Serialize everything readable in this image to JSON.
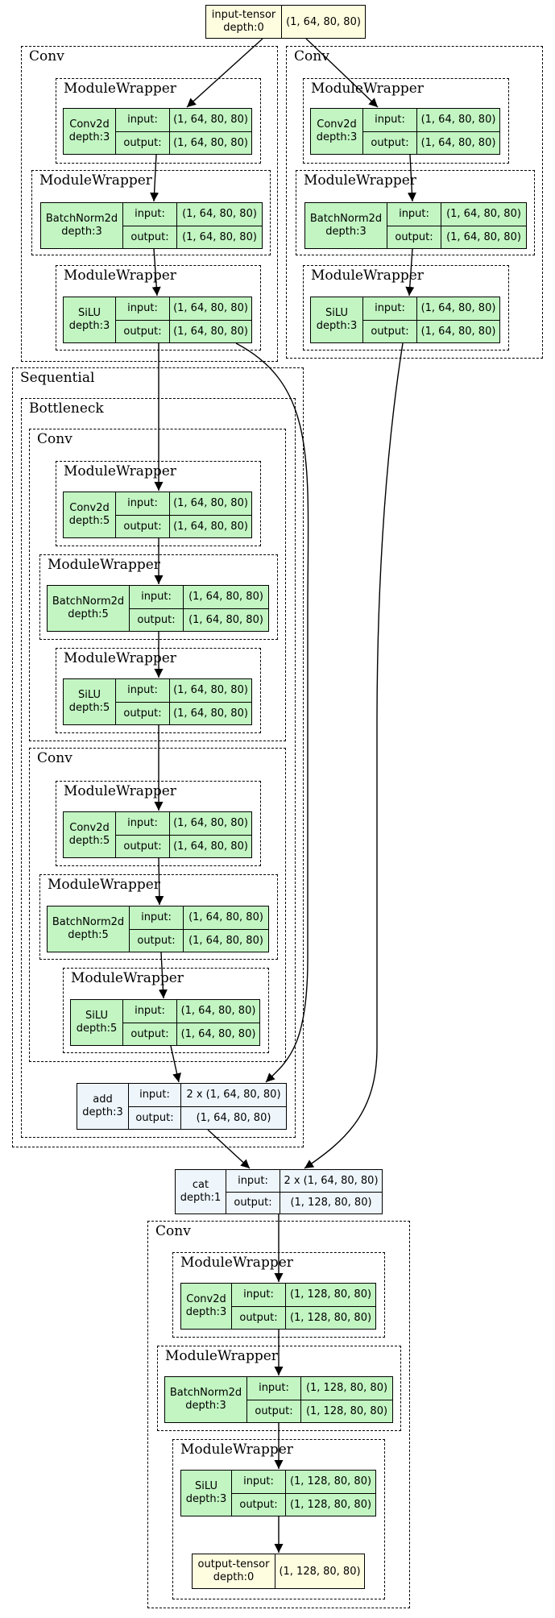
{
  "labels": {
    "input": "input:",
    "output": "output:"
  },
  "colors": {
    "module": "#c2f5c2",
    "function": "#eef6fc",
    "tensor": "#fffde0",
    "border": "#000000"
  },
  "clusters": [
    {
      "id": "conv_a",
      "label": "Conv"
    },
    {
      "id": "mw_a1",
      "label": "ModuleWrapper"
    },
    {
      "id": "mw_a2",
      "label": "ModuleWrapper"
    },
    {
      "id": "mw_a3",
      "label": "ModuleWrapper"
    },
    {
      "id": "conv_b",
      "label": "Conv"
    },
    {
      "id": "mw_b1",
      "label": "ModuleWrapper"
    },
    {
      "id": "mw_b2",
      "label": "ModuleWrapper"
    },
    {
      "id": "mw_b3",
      "label": "ModuleWrapper"
    },
    {
      "id": "seq",
      "label": "Sequential"
    },
    {
      "id": "bneck",
      "label": "Bottleneck"
    },
    {
      "id": "conv_c",
      "label": "Conv"
    },
    {
      "id": "mw_c1",
      "label": "ModuleWrapper"
    },
    {
      "id": "mw_c2",
      "label": "ModuleWrapper"
    },
    {
      "id": "mw_c3",
      "label": "ModuleWrapper"
    },
    {
      "id": "conv_d",
      "label": "Conv"
    },
    {
      "id": "mw_d1",
      "label": "ModuleWrapper"
    },
    {
      "id": "mw_d2",
      "label": "ModuleWrapper"
    },
    {
      "id": "mw_d3",
      "label": "ModuleWrapper"
    },
    {
      "id": "conv_e",
      "label": "Conv"
    },
    {
      "id": "mw_e1",
      "label": "ModuleWrapper"
    },
    {
      "id": "mw_e2",
      "label": "ModuleWrapper"
    },
    {
      "id": "mw_e3",
      "label": "ModuleWrapper"
    }
  ],
  "nodes": [
    {
      "id": "input_tensor",
      "kind": "tensor",
      "name": "input-tensor",
      "depth": "depth:0",
      "value": "(1, 64, 80, 80)"
    },
    {
      "id": "a_conv2d",
      "kind": "module",
      "name": "Conv2d",
      "depth": "depth:3",
      "input": "(1, 64, 80, 80)",
      "output": "(1, 64, 80, 80)"
    },
    {
      "id": "a_bn",
      "kind": "module",
      "name": "BatchNorm2d",
      "depth": "depth:3",
      "input": "(1, 64, 80, 80)",
      "output": "(1, 64, 80, 80)"
    },
    {
      "id": "a_silu",
      "kind": "module",
      "name": "SiLU",
      "depth": "depth:3",
      "input": "(1, 64, 80, 80)",
      "output": "(1, 64, 80, 80)"
    },
    {
      "id": "b_conv2d",
      "kind": "module",
      "name": "Conv2d",
      "depth": "depth:3",
      "input": "(1, 64, 80, 80)",
      "output": "(1, 64, 80, 80)"
    },
    {
      "id": "b_bn",
      "kind": "module",
      "name": "BatchNorm2d",
      "depth": "depth:3",
      "input": "(1, 64, 80, 80)",
      "output": "(1, 64, 80, 80)"
    },
    {
      "id": "b_silu",
      "kind": "module",
      "name": "SiLU",
      "depth": "depth:3",
      "input": "(1, 64, 80, 80)",
      "output": "(1, 64, 80, 80)"
    },
    {
      "id": "c_conv2d",
      "kind": "module",
      "name": "Conv2d",
      "depth": "depth:5",
      "input": "(1, 64, 80, 80)",
      "output": "(1, 64, 80, 80)"
    },
    {
      "id": "c_bn",
      "kind": "module",
      "name": "BatchNorm2d",
      "depth": "depth:5",
      "input": "(1, 64, 80, 80)",
      "output": "(1, 64, 80, 80)"
    },
    {
      "id": "c_silu",
      "kind": "module",
      "name": "SiLU",
      "depth": "depth:5",
      "input": "(1, 64, 80, 80)",
      "output": "(1, 64, 80, 80)"
    },
    {
      "id": "d_conv2d",
      "kind": "module",
      "name": "Conv2d",
      "depth": "depth:5",
      "input": "(1, 64, 80, 80)",
      "output": "(1, 64, 80, 80)"
    },
    {
      "id": "d_bn",
      "kind": "module",
      "name": "BatchNorm2d",
      "depth": "depth:5",
      "input": "(1, 64, 80, 80)",
      "output": "(1, 64, 80, 80)"
    },
    {
      "id": "d_silu",
      "kind": "module",
      "name": "SiLU",
      "depth": "depth:5",
      "input": "(1, 64, 80, 80)",
      "output": "(1, 64, 80, 80)"
    },
    {
      "id": "add",
      "kind": "function",
      "name": "add",
      "depth": "depth:3",
      "input": "2 x (1, 64, 80, 80)",
      "output": "(1, 64, 80, 80)"
    },
    {
      "id": "cat",
      "kind": "function",
      "name": "cat",
      "depth": "depth:1",
      "input": "2 x (1, 64, 80, 80)",
      "output": "(1, 128, 80, 80)"
    },
    {
      "id": "e_conv2d",
      "kind": "module",
      "name": "Conv2d",
      "depth": "depth:3",
      "input": "(1, 128, 80, 80)",
      "output": "(1, 128, 80, 80)"
    },
    {
      "id": "e_bn",
      "kind": "module",
      "name": "BatchNorm2d",
      "depth": "depth:3",
      "input": "(1, 128, 80, 80)",
      "output": "(1, 128, 80, 80)"
    },
    {
      "id": "e_silu",
      "kind": "module",
      "name": "SiLU",
      "depth": "depth:3",
      "input": "(1, 128, 80, 80)",
      "output": "(1, 128, 80, 80)"
    },
    {
      "id": "output_tensor",
      "kind": "tensor",
      "name": "output-tensor",
      "depth": "depth:0",
      "value": "(1, 128, 80, 80)"
    }
  ],
  "edges": [
    [
      "input_tensor",
      "a_conv2d"
    ],
    [
      "input_tensor",
      "b_conv2d"
    ],
    [
      "a_conv2d",
      "a_bn"
    ],
    [
      "a_bn",
      "a_silu"
    ],
    [
      "b_conv2d",
      "b_bn"
    ],
    [
      "b_bn",
      "b_silu"
    ],
    [
      "a_silu",
      "c_conv2d"
    ],
    [
      "a_silu",
      "add"
    ],
    [
      "c_conv2d",
      "c_bn"
    ],
    [
      "c_bn",
      "c_silu"
    ],
    [
      "c_silu",
      "d_conv2d"
    ],
    [
      "d_conv2d",
      "d_bn"
    ],
    [
      "d_bn",
      "d_silu"
    ],
    [
      "d_silu",
      "add"
    ],
    [
      "add",
      "cat"
    ],
    [
      "b_silu",
      "cat"
    ],
    [
      "cat",
      "e_conv2d"
    ],
    [
      "e_conv2d",
      "e_bn"
    ],
    [
      "e_bn",
      "e_silu"
    ],
    [
      "e_silu",
      "output_tensor"
    ]
  ]
}
